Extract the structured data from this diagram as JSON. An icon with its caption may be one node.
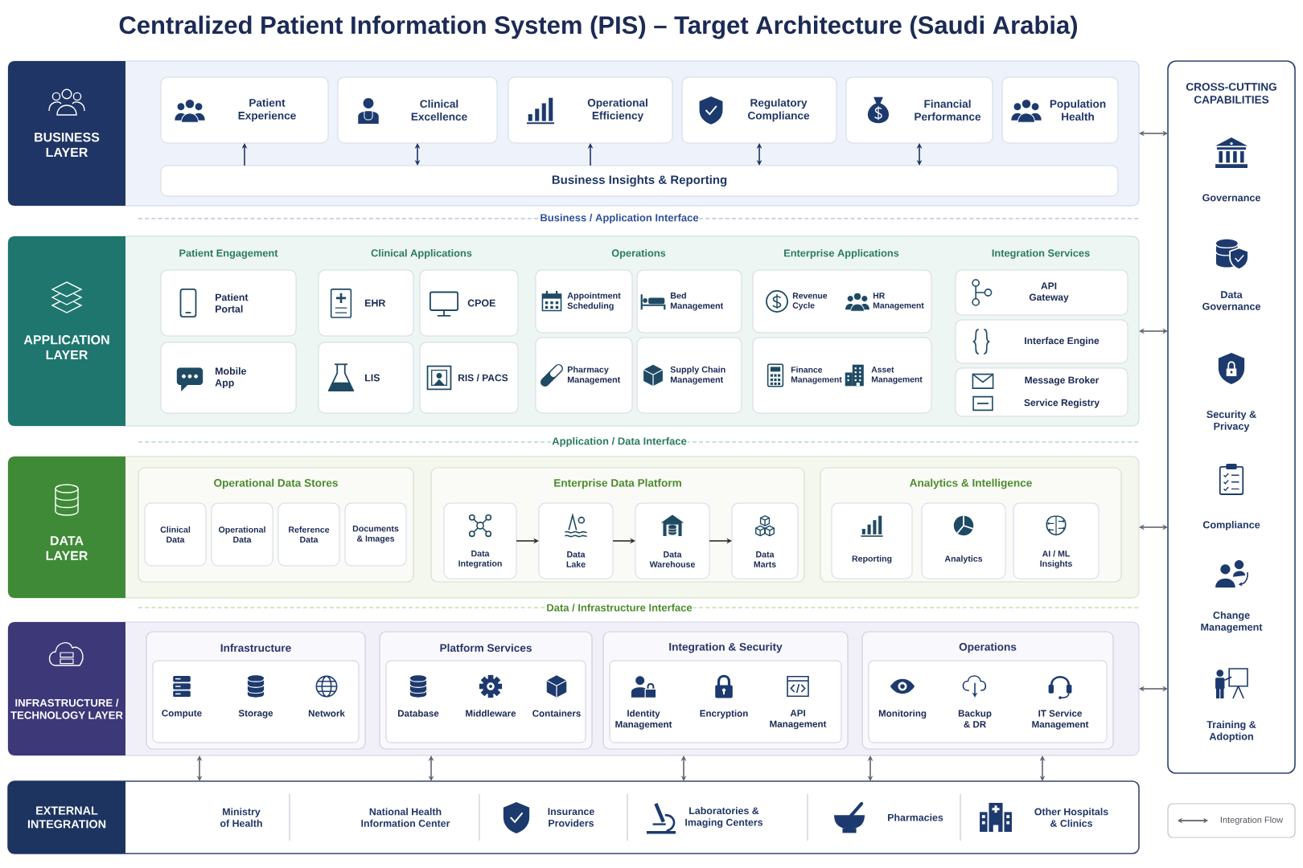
{
  "diagram": {
    "title": "Centralized Patient Information System (PIS) – Target Architecture (Saudi Arabia)",
    "nodes": [
      {
        "text": [
          "BUSINESS LAYER"
        ]
      },
      {
        "text": [
          "Patient Experience"
        ],
        "in": 0
      },
      {
        "text": [
          "Clinical Excellence"
        ],
        "in": 0
      },
      {
        "text": [
          "Operational Efficiency"
        ],
        "in": 0
      },
      {
        "text": [
          "Regulatory Compliance"
        ],
        "in": 0
      },
      {
        "text": [
          "Financial Performance"
        ],
        "in": 0
      },
      {
        "text": [
          "Population Health"
        ],
        "in": 0
      },
      {
        "text": [
          "Business Insights & Reporting"
        ],
        "in": 0
      },
      {
        "text": [
          "APPLICATION LAYER"
        ]
      },
      {
        "text": [
          "Patient Portal"
        ],
        "in": 8
      },
      {
        "text": [
          "Mobile App"
        ],
        "in": 8
      },
      {
        "text": [
          "EHR"
        ],
        "in": 8
      },
      {
        "text": [
          "CPOE"
        ],
        "in": 8
      },
      {
        "text": [
          "LIS"
        ],
        "in": 8
      },
      {
        "text": [
          "RIS / PACS"
        ],
        "in": 8
      },
      {
        "text": [
          "Appointment Scheduling"
        ],
        "in": 8
      },
      {
        "text": [
          "Bed Management"
        ],
        "in": 8
      },
      {
        "text": [
          "Pharmacy Management"
        ],
        "in": 8
      },
      {
        "text": [
          "Supply Chain Management"
        ],
        "in": 8
      },
      {
        "text": [
          "Revenue Cycle",
          "HR Management"
        ],
        "in": 8
      },
      {
        "text": [
          "Finance Management",
          "Asset Management"
        ],
        "in": 8
      },
      {
        "text": [
          "API Gateway"
        ],
        "in": 8
      },
      {
        "text": [
          "Interface Engine"
        ],
        "in": 8
      },
      {
        "text": [
          "Message Broker",
          "Service Registry"
        ],
        "in": 8
      },
      {
        "text": [
          "DATA LAYER"
        ]
      },
      {
        "text": [
          "Operational Data Stores"
        ],
        "in": 24
      },
      {
        "text": [
          "Clinical Data"
        ],
        "in": 25
      },
      {
        "text": [
          "Operational Data"
        ],
        "in": 25
      },
      {
        "text": [
          "Reference Data"
        ],
        "in": 25
      },
      {
        "text": [
          "Documents & Images"
        ],
        "in": 25
      },
      {
        "text": [
          "Enterprise Data Platform"
        ],
        "in": 24
      },
      {
        "text": [
          "Data Integration"
        ],
        "in": 30
      },
      {
        "text": [
          "Data Lake"
        ],
        "in": 30
      },
      {
        "text": [
          "Data Warehouse"
        ],
        "in": 30
      },
      {
        "text": [
          "Data Marts"
        ],
        "in": 30
      },
      {
        "text": [
          "Analytics & Intelligence"
        ],
        "in": 24
      },
      {
        "text": [
          "Reporting"
        ],
        "in": 35
      },
      {
        "text": [
          "Analytics"
        ],
        "in": 35
      },
      {
        "text": [
          "AI / ML Insights"
        ],
        "in": 35
      },
      {
        "text": [
          "INFRASTRUCTURE / TECHNOLOGY LAYER"
        ]
      },
      {
        "text": [
          "Infrastructure"
        ],
        "in": 39
      },
      {
        "text": [
          "Compute",
          "Storage",
          "Network"
        ],
        "in": 40
      },
      {
        "text": [
          "Platform Services"
        ],
        "in": 39
      },
      {
        "text": [
          "Database",
          "Middleware",
          "Containers"
        ],
        "in": 42
      },
      {
        "text": [
          "Integration & Security"
        ],
        "in": 39
      },
      {
        "text": [
          "Identity Management",
          "Encryption",
          "API Management"
        ],
        "in": 44
      },
      {
        "text": [
          "Operations"
        ],
        "in": 39
      },
      {
        "text": [
          "Monitoring",
          "Backup & DR",
          "IT Service Management"
        ],
        "in": 46
      },
      {
        "text": [
          "EXTERNAL INTEGRATION",
          "Ministry of Health",
          "National Health Information Center",
          "Insurance Providers",
          "Laboratories & Imaging Centers",
          "Pharmacies",
          "Other Hospitals & Clinics"
        ]
      },
      {
        "text": [
          "CROSS-CUTTING CAPABILITIES",
          "Governance",
          "Data Governance",
          "Security & Privacy",
          "Compliance",
          "Change Management",
          "Training & Adoption"
        ]
      }
    ],
    "edges": [
      {
        "from": 7,
        "to": 1,
        "arrow": "to",
        "color": "#1f3566"
      },
      {
        "from": 7,
        "to": 2,
        "arrow": "both",
        "color": "#1f3566"
      },
      {
        "from": 7,
        "to": 3,
        "arrow": "to",
        "color": "#1f3566"
      },
      {
        "from": 7,
        "to": 4,
        "arrow": "both",
        "color": "#1f3566"
      },
      {
        "from": 7,
        "to": 5,
        "arrow": "both",
        "color": "#1f3566"
      },
      {
        "from": 31,
        "to": 32,
        "arrow": "to",
        "color": "#2b2b2b"
      },
      {
        "from": 32,
        "to": 33,
        "arrow": "to",
        "color": "#2b2b2b"
      },
      {
        "from": 33,
        "to": 34,
        "arrow": "to",
        "color": "#2b2b2b"
      },
      {
        "from": 39,
        "to": 48,
        "arrow": "both"
      },
      {
        "from": 39,
        "to": 48,
        "arrow": "both"
      },
      {
        "from": 39,
        "to": 48,
        "arrow": "both"
      },
      {
        "from": 39,
        "to": 48,
        "arrow": "both"
      },
      {
        "from": 39,
        "to": 48,
        "arrow": "both"
      },
      {
        "from": 0,
        "to": 49,
        "arrow": "both"
      },
      {
        "from": 8,
        "to": 49,
        "arrow": "both"
      },
      {
        "from": 24,
        "to": 49,
        "arrow": "both"
      },
      {
        "from": 39,
        "to": 49,
        "arrow": "both"
      }
    ],
    "labels": [
      "Business / Application Interface",
      "Patient Engagement",
      "Clinical Applications",
      "Operations",
      "Enterprise Applications",
      "Integration Services",
      "Application / Data Interface",
      "Data / Infrastructure Interface"
    ],
    "legend": [
      {
        "text": "Integration Flow"
      }
    ]
  }
}
